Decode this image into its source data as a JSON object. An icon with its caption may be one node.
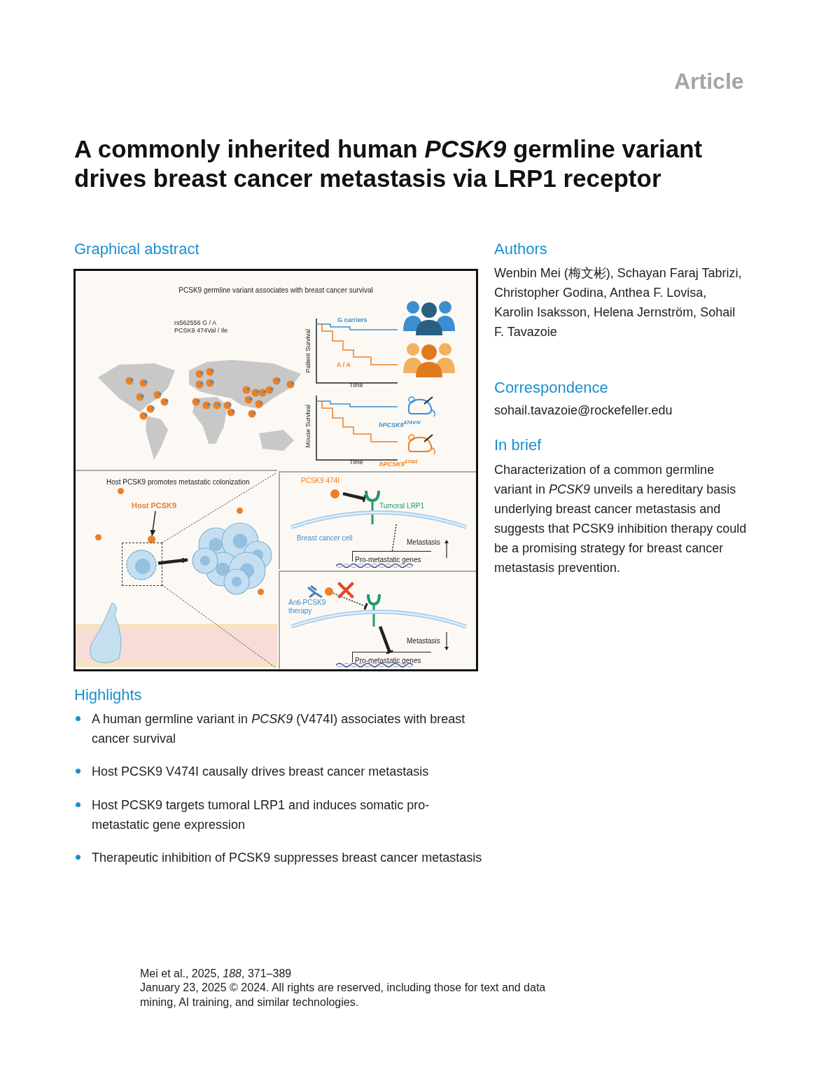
{
  "diagram": {
    "title": "A commonly inherited human *PCSK9* germline variant drives breast cancer metastasis via LRP1 receptor",
    "nodes": [
      {
        "text": [
          "PCSK9 germline variant associates with breast cancer survival"
        ]
      },
      {
        "text": [
          "Host PCSK9 promotes metastatic colonization"
        ]
      },
      {
        "text": [
          "Host PCSK9"
        ],
        "in": 1
      },
      {
        "text": [],
        "shape": "circle",
        "in": 1
      },
      {
        "text": [],
        "shape": "picture",
        "in": 1
      },
      {
        "text": [],
        "shape": "picture",
        "in": 1
      },
      {
        "text": [],
        "shape": "box"
      },
      {
        "text": [
          "PCSK9 474I"
        ],
        "in": 6
      },
      {
        "text": [
          "Tumoral LRP1"
        ],
        "in": 6
      },
      {
        "text": [
          "Pro-metastatic genes"
        ],
        "in": 6
      },
      {
        "text": [],
        "shape": "box"
      },
      {
        "text": [
          "Anti-PCSK9 therapy"
        ],
        "in": 10
      },
      {
        "text": [],
        "shape": "circle",
        "in": 10
      },
      {
        "text": [],
        "shape": "picture",
        "in": 10
      },
      {
        "text": [
          "Pro-metastatic genes"
        ],
        "in": 10
      }
    ],
    "edges": [
      {
        "from": 2,
        "to": 3,
        "arrow": "to"
      },
      {
        "from": 4,
        "to": 5,
        "arrow": "to",
        "style": "thick"
      },
      {
        "from": 7,
        "to": 8,
        "arrow": "other",
        "style": "thick"
      },
      {
        "from": 8,
        "to": 9,
        "arrow": "none",
        "style": "dashed"
      },
      {
        "from": 12,
        "to": 13,
        "arrow": "other",
        "style": "dashed"
      },
      {
        "from": 13,
        "to": 14,
        "arrow": "other",
        "style": "thick"
      }
    ],
    "labels": [
      "Article",
      "Graphical abstract",
      "rs562556 G / A",
      "PCSK9 474Val / Ile",
      "G carriers",
      "Patient Survival",
      "A / A",
      "Time",
      "Mouse Survival",
      "hPCSK9$^{474V/V}$",
      "Time",
      "hPCSK9$^{474I/I}$",
      "Breast cancer cell",
      "Metastasis",
      "Metastasis",
      "Highlights",
      "A human germline variant in *PCSK9* (V474I) associates with breast cancer survival",
      "Host PCSK9 V474I causally drives breast cancer metastasis",
      "Host PCSK9 targets tumoral LRP1 and induces somatic pro-metastatic gene expression",
      "Therapeutic inhibition of PCSK9 suppresses breast cancer metastasis",
      "Authors",
      "Wenbin Mei (梅文彬), Schayan Faraj Tabrizi, Christopher Godina, Anthea F. Lovisa, Karolin Isaksson, Helena Jernström, Sohail F. Tavazoie",
      "Correspondence",
      "sohail.tavazoie@rockefeller.edu",
      "In brief",
      "Characterization of a common germline variant in *PCSK9* unveils a hereditary basis underlying breast cancer metastasis and suggests that PCSK9 inhibition therapy could be a promising strategy for breast cancer metastasis prevention.",
      "Mei et al., 2025, *188*, 371–389",
      "January 23, 2025 © 2024. All rights are reserved, including those for text and data mining, AI training, and similar technologies."
    ]
  }
}
